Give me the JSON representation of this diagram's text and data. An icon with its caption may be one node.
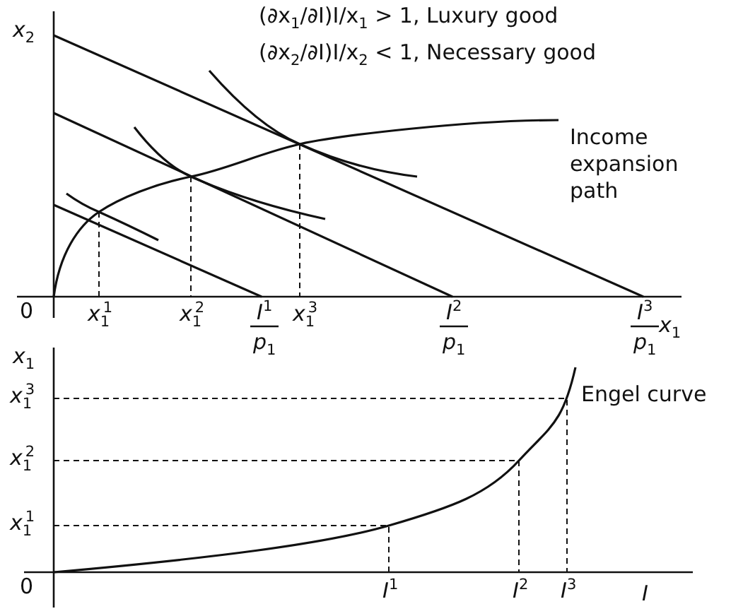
{
  "diagram": {
    "labels": [
      "(∂x$_{1}$/∂I)I/x$_{1}$ > 1, Luxury good",
      "x$_{2}$",
      "(∂x$_{2}$/∂I)I/x$_{2}$ < 1, Necessary good",
      "Income expansion path",
      "0",
      "x$_{1}$$^{1}$",
      "x$_{1}$$^{2}$",
      "I$^{1}$",
      "p$_{1}$",
      "x$_{1}$$^{3}$",
      "I$^{2}$",
      "p$_{1}$",
      "I$^{3}$",
      "p$_{1}$",
      "x$_{1}$",
      "x$_{1}$",
      "x$_{1}$$^{3}$",
      "Engel curve",
      "x$_{1}$$^{2}$",
      "x$_{1}$$^{1}$",
      "0",
      "I$^{1}$",
      "I$^{2}$",
      "I$^{3}$",
      "I"
    ]
  }
}
